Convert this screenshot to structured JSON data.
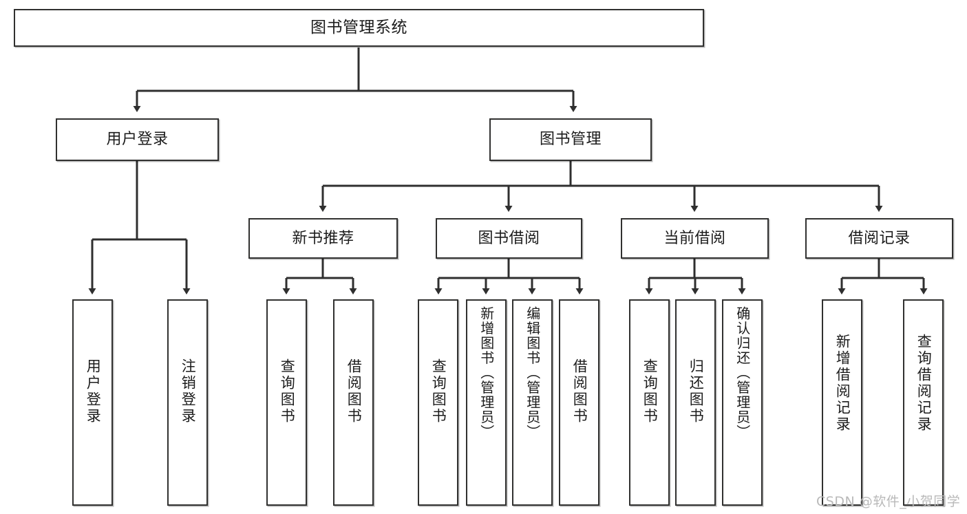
{
  "diagram": {
    "type": "tree",
    "title": "图书管理系统",
    "watermark": "CSDN @软件_小贺同学",
    "colors": {
      "box_border": "#30302f",
      "box_fill": "#ffffff",
      "edge": "#2f2f2f",
      "text": "#1c1c1c",
      "watermark": "#b9b9b9",
      "background": "#ffffff"
    },
    "levels": [
      {
        "level": 1,
        "nodes": [
          {
            "id": "root",
            "label": "图书管理系统",
            "orientation": "horizontal"
          }
        ]
      },
      {
        "level": 2,
        "nodes": [
          {
            "id": "login",
            "label": "用户登录",
            "orientation": "horizontal",
            "parent": "root"
          },
          {
            "id": "bookmgmt",
            "label": "图书管理",
            "orientation": "horizontal",
            "parent": "root"
          }
        ]
      },
      {
        "level": 3,
        "nodes": [
          {
            "id": "newbook",
            "label": "新书推荐",
            "orientation": "horizontal",
            "parent": "bookmgmt"
          },
          {
            "id": "borrow",
            "label": "图书借阅",
            "orientation": "horizontal",
            "parent": "bookmgmt"
          },
          {
            "id": "current",
            "label": "当前借阅",
            "orientation": "horizontal",
            "parent": "bookmgmt"
          },
          {
            "id": "records",
            "label": "借阅记录",
            "orientation": "horizontal",
            "parent": "bookmgmt"
          }
        ]
      },
      {
        "level": 4,
        "nodes": [
          {
            "id": "leaf1",
            "label": "用户登录",
            "orientation": "vertical",
            "parent": "login"
          },
          {
            "id": "leaf2",
            "label": "注销登录",
            "orientation": "vertical",
            "parent": "login"
          },
          {
            "id": "leaf3",
            "label": "查询图书",
            "orientation": "vertical",
            "parent": "newbook"
          },
          {
            "id": "leaf4",
            "label": "借阅图书",
            "orientation": "vertical",
            "parent": "newbook"
          },
          {
            "id": "leaf5",
            "label": "查询图书",
            "orientation": "vertical",
            "parent": "borrow"
          },
          {
            "id": "leaf6",
            "label": "新增图书（管理员）",
            "orientation": "vertical",
            "parent": "borrow"
          },
          {
            "id": "leaf7",
            "label": "编辑图书（管理员）",
            "orientation": "vertical",
            "parent": "borrow"
          },
          {
            "id": "leaf8",
            "label": "借阅图书",
            "orientation": "vertical",
            "parent": "borrow"
          },
          {
            "id": "leaf9",
            "label": "查询图书",
            "orientation": "vertical",
            "parent": "current"
          },
          {
            "id": "leaf10",
            "label": "归还图书",
            "orientation": "vertical",
            "parent": "current"
          },
          {
            "id": "leaf11",
            "label": "确认归还（管理员）",
            "orientation": "vertical",
            "parent": "current"
          },
          {
            "id": "leaf12",
            "label": "新增借阅记录",
            "orientation": "vertical",
            "parent": "records"
          },
          {
            "id": "leaf13",
            "label": "查询借阅记录",
            "orientation": "vertical",
            "parent": "records"
          }
        ]
      }
    ]
  }
}
